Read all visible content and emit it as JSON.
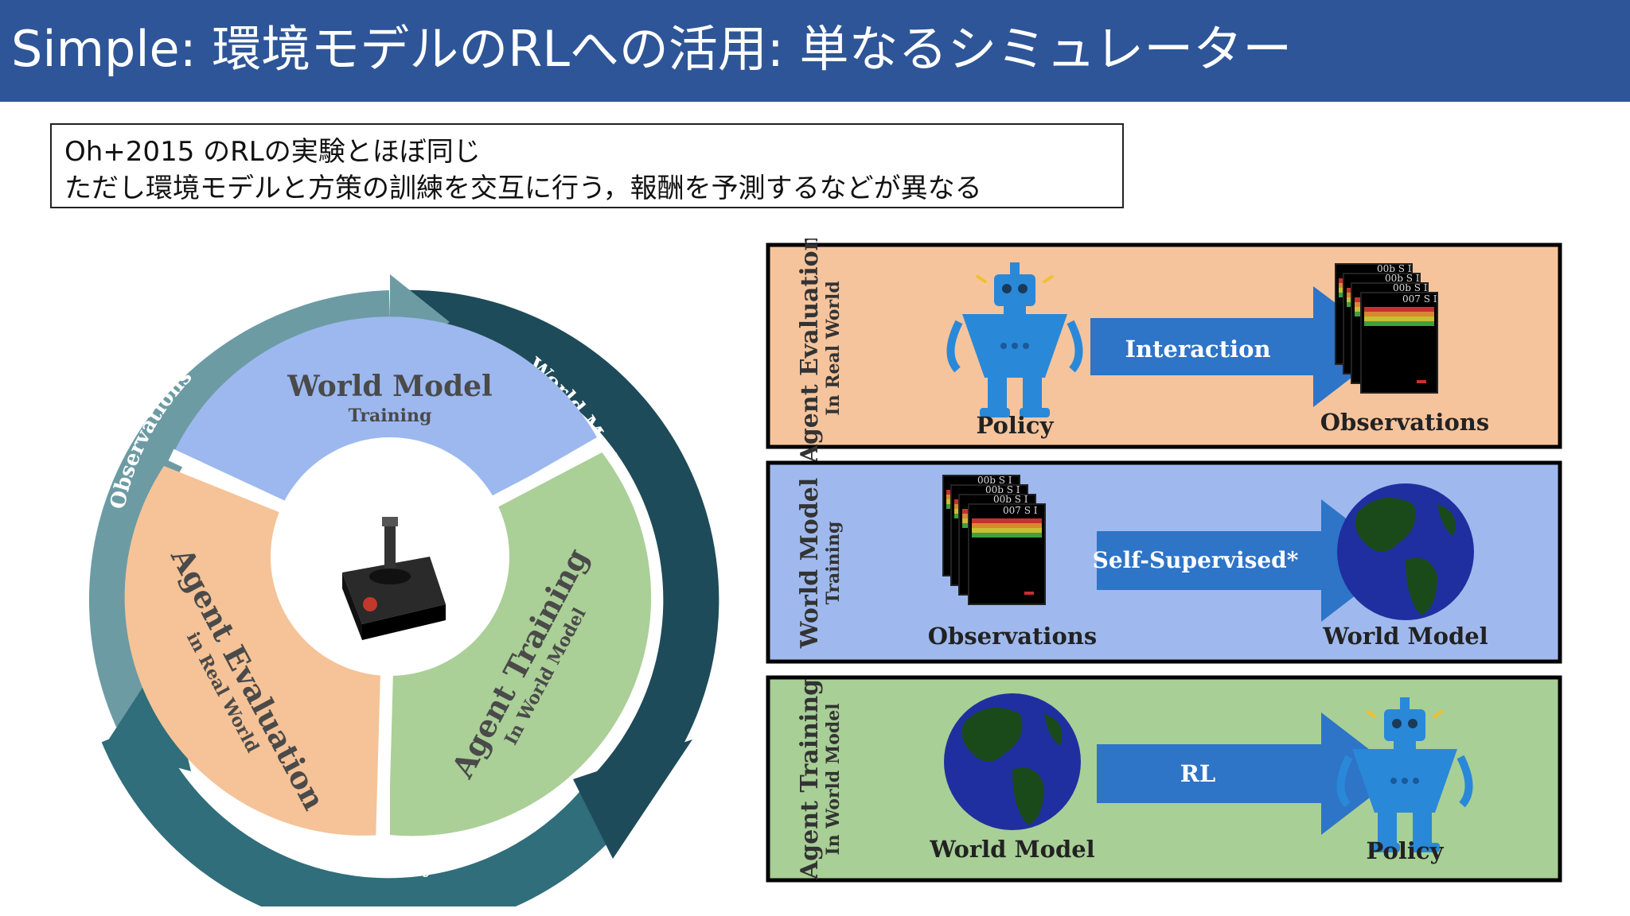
{
  "title": "Simple: 環境モデルのRLへの活用: 単なるシミュレーター",
  "note": {
    "line1": "Oh+2015 のRLの実験とほぼ同じ",
    "line2": "ただし環境モデルと方策の訓練を交互に行う，報酬を予測するなどが異なる"
  },
  "cycle": {
    "world_model": {
      "title": "World Model",
      "subtitle": "Training"
    },
    "agent_training": {
      "title": "Agent Training",
      "subtitle": "In World Model"
    },
    "agent_evaluation": {
      "title": "Agent Evaluation",
      "subtitle": "in Real World"
    },
    "arrow_labels": {
      "observations": "Observations",
      "world_model": "World Model",
      "policy": "Policy"
    }
  },
  "panels": [
    {
      "side_title": "Agent Evaluation",
      "side_subtitle": "In Real World",
      "left_label": "Policy",
      "arrow_label": "Interaction",
      "right_label": "Observations",
      "bg": "#f6c49c"
    },
    {
      "side_title": "World Model",
      "side_subtitle": "Training",
      "left_label": "Observations",
      "arrow_label": "Self-Supervised*",
      "right_label": "World Model",
      "bg": "#9fb9ee"
    },
    {
      "side_title": "Agent Training",
      "side_subtitle": "In World Model",
      "left_label": "World Model",
      "arrow_label": "RL",
      "right_label": "Policy",
      "bg": "#a8cf96"
    }
  ],
  "screen_scores": [
    "00b S I",
    "00b S I",
    "00b S I",
    "007 S I"
  ],
  "colors": {
    "title_bg": "#2e5597",
    "wm_segment": "#9cb8ee",
    "train_segment": "#aacf97",
    "eval_segment": "#f5c397",
    "ring_dark": "#1e4b5a",
    "ring_mid": "#2f6e7a",
    "ring_light": "#6c9ba4",
    "arrow_blue": "#2e74c7",
    "robot_blue": "#2a88d8"
  }
}
